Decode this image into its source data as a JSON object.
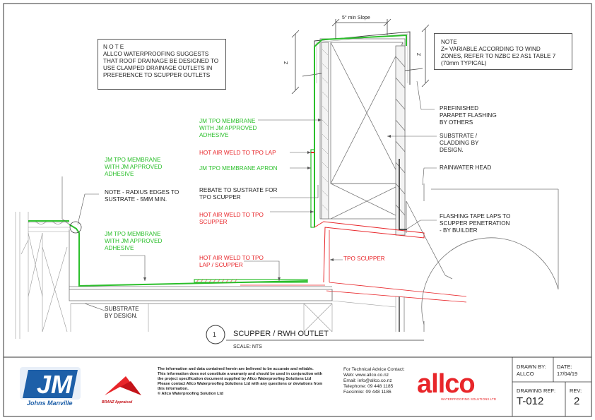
{
  "drawing": {
    "slope_label": "5° min Slope",
    "z_label": "Z",
    "title": "SCUPPER / RWH OUTLET",
    "scale": "SCALE: NTS",
    "detail_number": "1"
  },
  "notes": {
    "allco": "N O T E\nALLCO WATERPROOFING SUGGESTS\nTHAT ROOF DRAINAGE BE DESIGNED TO\nUSE CLAMPED DRAINAGE OUTLETS IN\nPREFERENCE TO SCUPPER OUTLETS",
    "wind": "NOTE\nZ= VARIABLE ACCORDING TO WIND\nZONES, REFER TO NZBC E2 AS1 TABLE 7\n(70mm TYPICAL)"
  },
  "labels": {
    "membrane_parapet": "JM TPO MEMBRANE\nWITH JM APPROVED\nADHESIVE",
    "weld_lap": "HOT AIR WELD TO TPO LAP",
    "membrane_apron": "JM TPO MEMBRANE APRON",
    "rebate": "REBATE TO SUSTRATE FOR\nTPO SCUPPER",
    "weld_scupper": "HOT AIR WELD TO TPO\nSCUPPER",
    "membrane_left": "JM TPO MEMBRANE\nWITH JM APPROVED\nADHESIVE",
    "radius_note": "NOTE - RADIUS EDGES TO\nSUSTRATE - 5MM MIN.",
    "membrane_roof": "JM TPO MEMBRANE\nWITH JM APPROVED\nADHESIVE",
    "weld_lap_scupper": "HOT AIR WELD TO TPO\nLAP / SCUPPER",
    "tpo_scupper": "TPO SCUPPER",
    "substrate_bottom": "SUBSTRATE\nBY DESIGN.",
    "flashing": "PREFINISHED\nPARAPET FLASHING\nBY OTHERS",
    "substrate_cladding": "SUBSTRATE /\nCLADDING BY\nDESIGN.",
    "rainwater_head": "RAINWATER HEAD",
    "flashing_tape": "FLASHING TAPE LAPS TO\nSCUPPER PENETRATION\n- BY BUILDER"
  },
  "title_block": {
    "jm_logo": "JM",
    "jm_name": "Johns Manville",
    "branz": "BRANZ Appraised",
    "disclaimer": "The information and data contained herein are believed to be accurate and reliable.\nThis information does not constitute a warranty and should be used in conjunction with\nthe project specification document supplied by Allco Waterproofing Solutions Ltd\nPlease contact Allco Waterproofing Solutions Ltd with any questions or deviations from\nthis information.\n© Allco Waterproofing Solution Ltd",
    "contact": "For Technical Advice Contact:\nWeb: www.allco.co.nz\nEmail: info@allco.co.nz\nTelephone: 09 448 1185\nFacsimile: 09 448 1186",
    "allco_logo": "allco",
    "allco_tagline": "WATERPROOFING SOLUTIONS LTD",
    "drawn_by_label": "DRAWN BY:",
    "drawn_by": "ALLCO",
    "date_label": "DATE:",
    "date": "17/04/19",
    "drawing_ref_label": "DRAWING REF:",
    "drawing_ref": "T-012",
    "rev_label": "REV:",
    "rev": "2"
  },
  "colors": {
    "membrane": "#2bbf2b",
    "weld": "#e8262a",
    "jm_blue": "#1d5fa8",
    "allco_red": "#e8262a"
  }
}
